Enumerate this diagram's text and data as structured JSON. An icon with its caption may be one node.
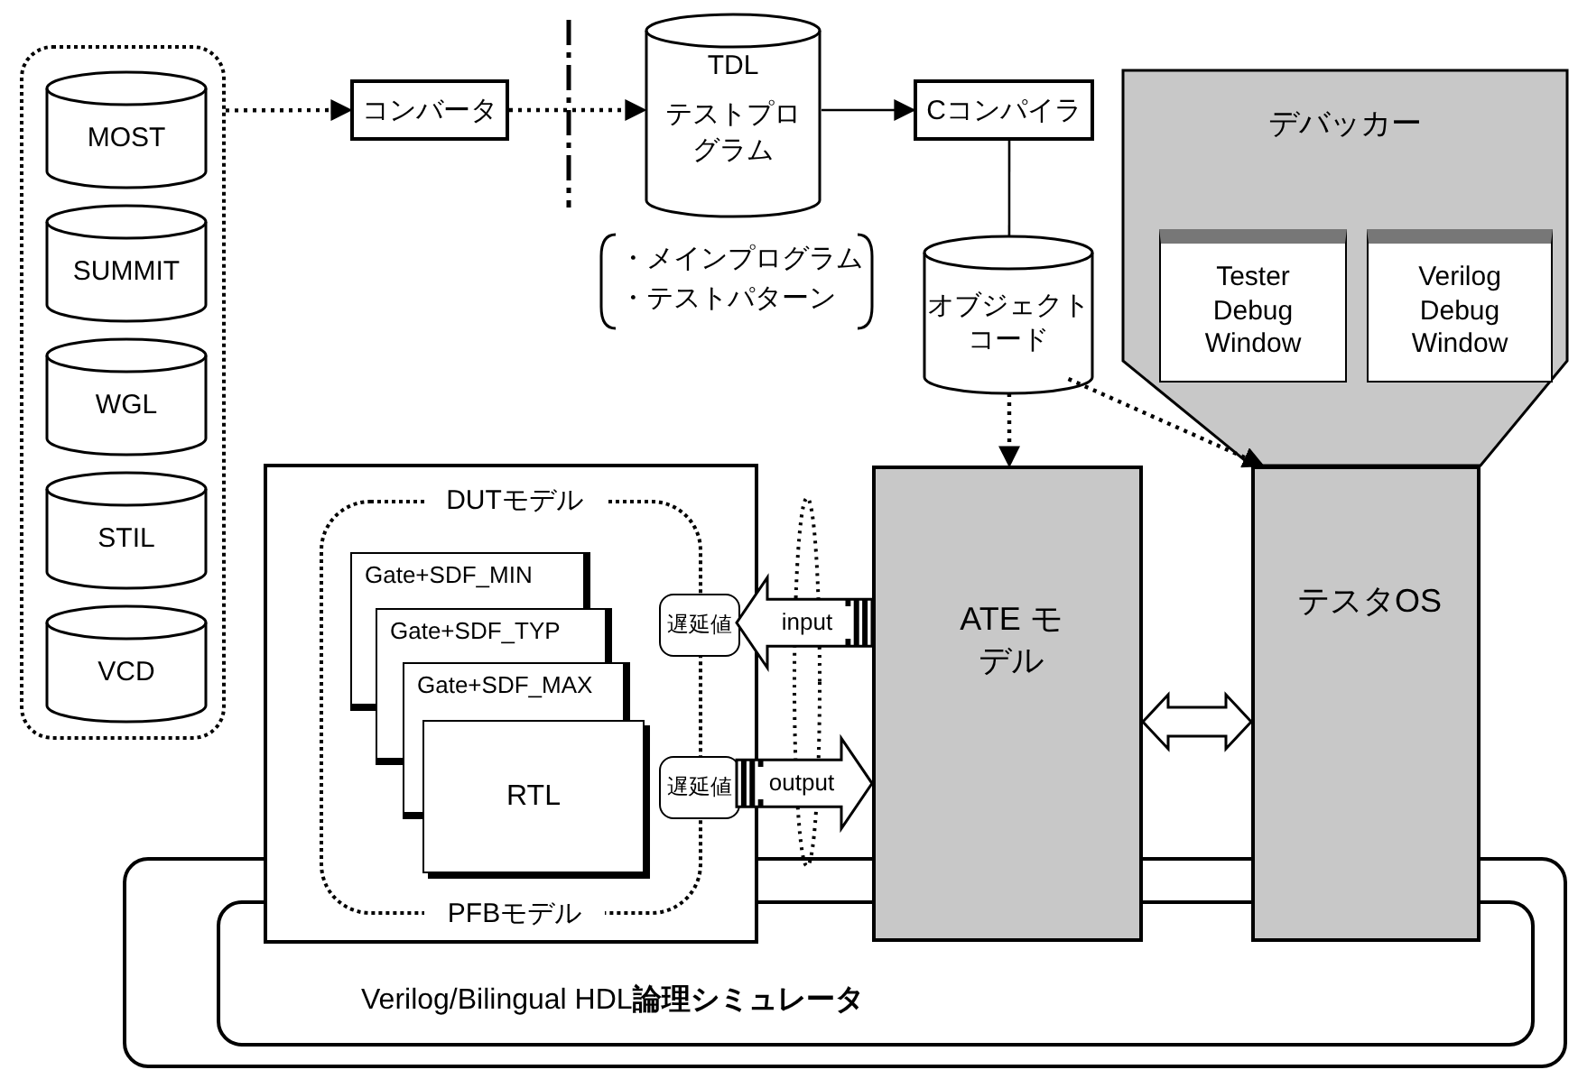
{
  "diagram": {
    "nodes": [
      {
        "text": [],
        "shape": "box"
      },
      {
        "text": [
          "MOST"
        ],
        "in": 0
      },
      {
        "text": [
          "SUMMIT"
        ],
        "in": 0
      },
      {
        "text": [
          "WGL"
        ],
        "in": 0
      },
      {
        "text": [
          "STIL"
        ],
        "in": 0
      },
      {
        "text": [
          "VCD"
        ],
        "in": 0
      },
      {
        "text": [
          "コンバータ"
        ]
      },
      {
        "text": [
          "TDL",
          "テストプログラム"
        ],
        "beside": [
          "・メインプログラム",
          "・テストパターン"
        ]
      },
      {
        "text": [
          "Cコンパイラ"
        ]
      },
      {
        "text": [
          "オブジェクトコード"
        ]
      },
      {
        "text": [
          "デバッカー"
        ]
      },
      {
        "text": [
          "Tester Debug Window"
        ],
        "in": 10
      },
      {
        "text": [
          "Verilog Debug Window"
        ],
        "in": 10
      },
      {
        "text": [],
        "shape": "box"
      },
      {
        "text": [
          "Verilog/Bilingual HDL**論理シミュレータ**"
        ],
        "in": 13
      },
      {
        "text": [],
        "shape": "box"
      },
      {
        "text": [
          "DUTモデル",
          "PFBモデル"
        ],
        "in": 15
      },
      {
        "text": [
          "Gate+SDF_MIN"
        ],
        "in": 16
      },
      {
        "text": [
          "Gate+SDF_TYP"
        ],
        "in": 16
      },
      {
        "text": [
          "Gate+SDF_MAX"
        ],
        "in": 16
      },
      {
        "text": [
          "RTL"
        ],
        "in": 16
      },
      {
        "text": [
          "遅延値"
        ],
        "in": 15
      },
      {
        "text": [
          "遅延値"
        ],
        "in": 15
      },
      {
        "text": [
          "ATE モデル"
        ]
      },
      {
        "text": [
          "テスタOS"
        ]
      },
      {
        "text": [],
        "shape": "ellipse"
      }
    ],
    "edges": [
      {
        "from": 0,
        "to": 6,
        "arrow": "to",
        "style": "dashed"
      },
      {
        "from": 6,
        "to": 7,
        "arrow": "to",
        "style": "dashed"
      },
      {
        "from": 7,
        "to": 8,
        "arrow": "to"
      },
      {
        "from": 8,
        "to": 9,
        "arrow": "none"
      },
      {
        "from": 9,
        "to": 23,
        "arrow": "to",
        "style": "dashed"
      },
      {
        "from": 9,
        "to": 24,
        "arrow": "to",
        "style": "dashed"
      },
      {
        "from": 23,
        "to": 21,
        "arrow": "to",
        "style": "thick",
        "label": "input"
      },
      {
        "from": 22,
        "to": 23,
        "arrow": "to",
        "style": "thick",
        "label": "output"
      },
      {
        "from": 23,
        "to": 24,
        "arrow": "both",
        "style": "thick"
      }
    ]
  }
}
